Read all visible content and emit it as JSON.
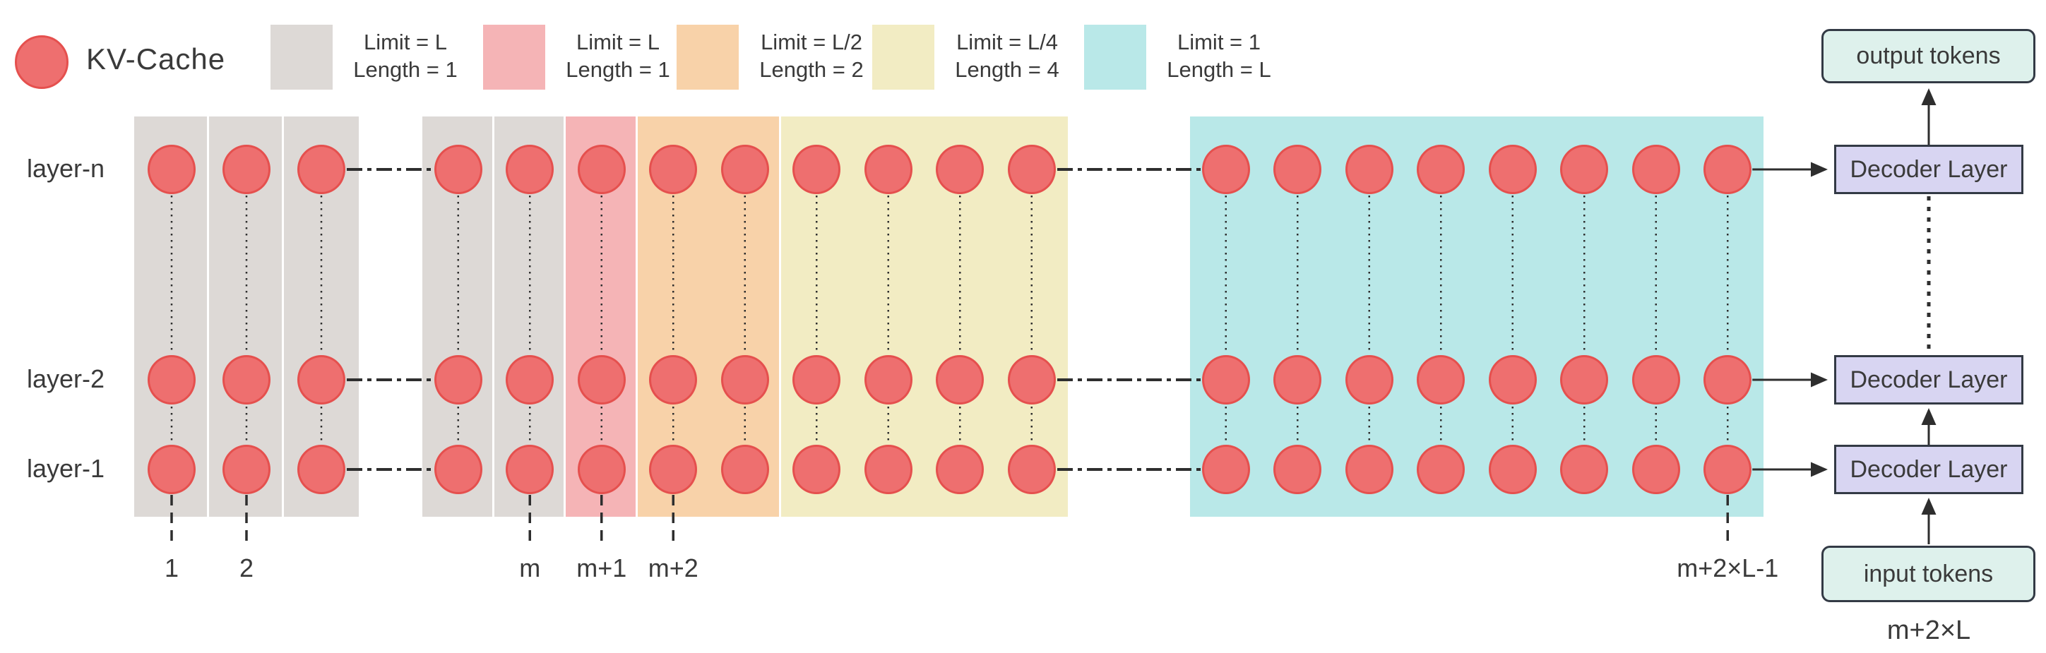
{
  "legend": {
    "kv_label": "KV-Cache",
    "items": [
      {
        "key": "gray",
        "limit": "Limit = L",
        "length": "Length = 1"
      },
      {
        "key": "pink",
        "limit": "Limit = L",
        "length": "Length = 1"
      },
      {
        "key": "orange",
        "limit": "Limit = L/2",
        "length": "Length = 2"
      },
      {
        "key": "yellow",
        "limit": "Limit = L/4",
        "length": "Length = 4"
      },
      {
        "key": "cyan",
        "limit": "Limit = 1",
        "length": "Length = L"
      }
    ]
  },
  "colors": {
    "gray": "#ddd9d6",
    "pink": "#f5b4b6",
    "orange": "#f8d2a9",
    "yellow": "#f2ecc3",
    "cyan": "#b9e8e8",
    "circle_fill": "#ee6f6f",
    "circle_stroke": "#e5504e",
    "decoder_fill": "#d8d5f2",
    "token_fill": "#def1ec",
    "box_stroke": "#333a45",
    "text": "#3a3a3a",
    "line": "#2e2e2e"
  },
  "layers": [
    {
      "label": "layer-n"
    },
    {
      "label": "layer-2"
    },
    {
      "label": "layer-1"
    }
  ],
  "groups": [
    {
      "name": "group-initial",
      "columns": [
        {
          "color": "gray",
          "gap_after": true,
          "label": "1"
        },
        {
          "color": "gray",
          "gap_after": true,
          "label": "2"
        },
        {
          "color": "gray"
        }
      ]
    },
    {
      "name": "group-middle",
      "columns": [
        {
          "color": "gray",
          "gap_after": true
        },
        {
          "color": "gray",
          "gap_after": true,
          "label": "m"
        },
        {
          "color": "pink",
          "gap_after": true,
          "label": "m+1"
        },
        {
          "color": "orange",
          "label": "m+2"
        },
        {
          "color": "orange"
        },
        {
          "color": "yellow"
        },
        {
          "color": "yellow"
        },
        {
          "color": "yellow"
        },
        {
          "color": "yellow"
        }
      ]
    },
    {
      "name": "group-cache",
      "columns": [
        {
          "color": "cyan"
        },
        {
          "color": "cyan"
        },
        {
          "color": "cyan"
        },
        {
          "color": "cyan"
        },
        {
          "color": "cyan"
        },
        {
          "color": "cyan"
        },
        {
          "color": "cyan"
        },
        {
          "color": "cyan",
          "label": "m+2×L-1"
        }
      ]
    }
  ],
  "right_panel": {
    "output_box": "output tokens",
    "decoder_boxes": [
      "Decoder Layer",
      "Decoder Layer",
      "Decoder Layer"
    ],
    "input_box": "input tokens",
    "input_count_label": "m+2×L"
  }
}
